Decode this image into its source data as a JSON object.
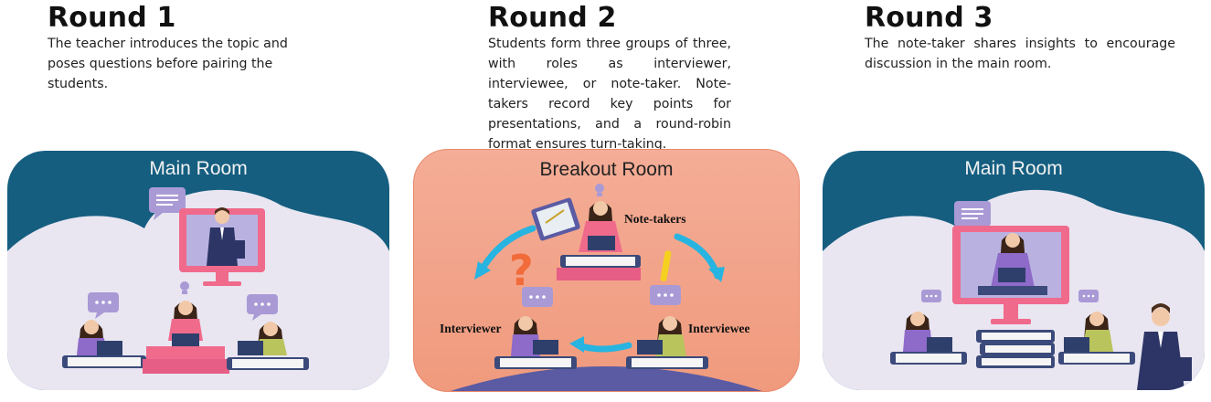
{
  "rounds": [
    {
      "title": "Round 1",
      "description": "The teacher introduces the topic and poses questions before pairing the students.",
      "panel_label": "Main Room"
    },
    {
      "title": "Round 2",
      "description": "Students form three groups of three, with roles as interviewer, interviewee, or note-taker. Note-takers record key points for presentations, and a round-robin format ensures turn-taking.",
      "panel_label": "Breakout Room",
      "roles": {
        "note_takers": "Note-takers",
        "interviewer": "Interviewer",
        "interviewee": "Interviewee"
      }
    },
    {
      "title": "Round 3",
      "description": "The note-taker shares insights to encourage discussion in the main room.",
      "panel_label": "Main Room"
    }
  ],
  "colors": {
    "main_room_bg": "#155e80",
    "breakout_bg": "#f4ad97",
    "cloud": "#e9e6f1",
    "monitor": "#f06a8c",
    "speech_bubble": "#a99ad6",
    "arrow": "#27b4e0",
    "question_mark": "#f26b3a",
    "exclamation": "#f5d020",
    "book_blue": "#3b4a7a"
  },
  "icons": [
    "speech-bubble-icon",
    "monitor-icon",
    "teacher-icon",
    "student-icon",
    "laptop-icon",
    "book-stack-icon",
    "lightbulb-icon",
    "question-mark-icon",
    "exclamation-icon",
    "cycle-arrow-icon",
    "clipboard-icon"
  ]
}
